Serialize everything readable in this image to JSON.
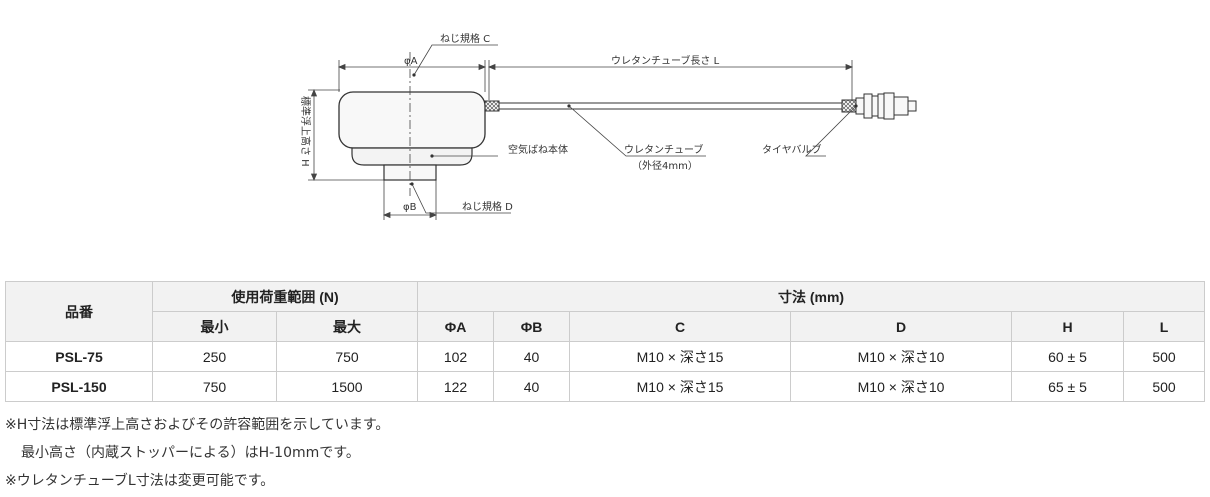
{
  "drawing": {
    "labels": {
      "thread_c": "ねじ規格  C",
      "dia_a": "φA",
      "tube_length": "ウレタンチューブ長さ    L",
      "height_h": "標準浮上高さ  H",
      "body": "空気ばね本体",
      "tube": "ウレタンチューブ",
      "tube_od": "（外径4mm）",
      "valve": "タイヤバルブ",
      "dia_b": "φB",
      "thread_d": "ねじ規格  D"
    }
  },
  "table": {
    "header": {
      "part_no": "品番",
      "load_range": "使用荷重範囲 (N)",
      "dimensions": "寸法 (mm)",
      "min": "最小",
      "max": "最大",
      "a": "ΦA",
      "b": "ΦB",
      "c": "C",
      "d": "D",
      "h": "H",
      "l": "L"
    },
    "rows": [
      {
        "part_no": "PSL-75",
        "min": "250",
        "max": "750",
        "a": "102",
        "b": "40",
        "c": "M10 × 深さ15",
        "d": "M10 × 深さ10",
        "h": "60 ± 5",
        "l": "500"
      },
      {
        "part_no": "PSL-150",
        "min": "750",
        "max": "1500",
        "a": "122",
        "b": "40",
        "c": "M10 × 深さ15",
        "d": "M10 × 深さ10",
        "h": "65 ± 5",
        "l": "500"
      }
    ]
  },
  "notes": [
    "※H寸法は標準浮上高さおよびその許容範囲を示しています。",
    "最小高さ（内蔵ストッパーによる）はH-10mmです。",
    "※ウレタンチューブL寸法は変更可能です。"
  ]
}
